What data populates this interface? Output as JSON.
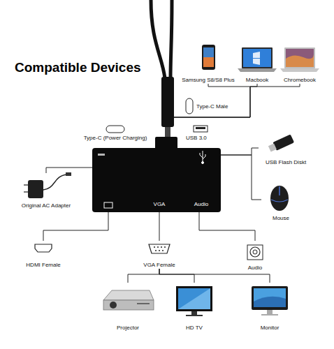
{
  "diagram": {
    "title": "Compatible Devices",
    "nodes": [
      {
        "text": [
          "VGA",
          "Audio"
        ]
      },
      {
        "text": [
          "Samsung S8/S8 Plus"
        ]
      },
      {
        "text": [
          "Macbook"
        ]
      },
      {
        "text": [
          "Chromebook"
        ]
      },
      {
        "text": [
          "Original AC Adapter"
        ]
      },
      {
        "text": [
          "USB Flash Diskt"
        ]
      },
      {
        "text": [
          "Mouse"
        ]
      },
      {
        "text": [
          "HDMI Female"
        ]
      },
      {
        "text": [
          "VGA Female"
        ]
      },
      {
        "text": [
          "Audio"
        ]
      },
      {
        "text": [
          "Projector"
        ]
      },
      {
        "text": [
          "HD TV"
        ]
      },
      {
        "text": [
          "Monitor"
        ]
      }
    ],
    "edges": [
      {
        "from": 0,
        "to": 1,
        "arrow": "none"
      },
      {
        "from": 0,
        "to": 2,
        "arrow": "none"
      },
      {
        "from": 0,
        "to": 3,
        "arrow": "none"
      },
      {
        "from": 0,
        "to": 4,
        "arrow": "none"
      },
      {
        "from": 0,
        "to": 5,
        "arrow": "none"
      },
      {
        "from": 0,
        "to": 6,
        "arrow": "none"
      },
      {
        "from": 0,
        "to": 7,
        "arrow": "none"
      },
      {
        "from": 0,
        "to": 8,
        "arrow": "none"
      },
      {
        "from": 0,
        "to": 9,
        "arrow": "none"
      },
      {
        "from": 8,
        "to": 10,
        "arrow": "none"
      },
      {
        "from": 8,
        "to": 11,
        "arrow": "none"
      },
      {
        "from": 8,
        "to": 12,
        "arrow": "none"
      }
    ],
    "labels": [
      "Type-C Male",
      "Type-C (Power Charging)",
      "USB 3.0"
    ]
  }
}
